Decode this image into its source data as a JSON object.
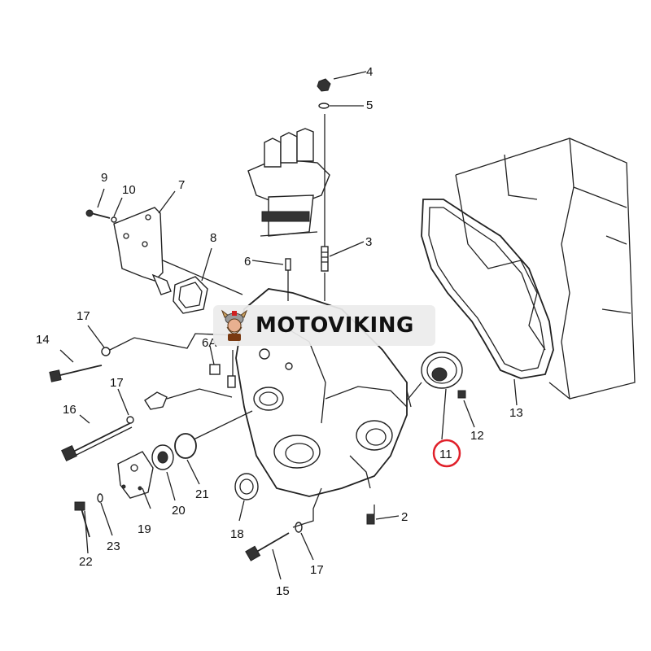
{
  "watermark": {
    "brand_text": "MOTOVIKING"
  },
  "parts": [
    {
      "id": "p4",
      "label": "4"
    },
    {
      "id": "p5",
      "label": "5"
    },
    {
      "id": "p9",
      "label": "9"
    },
    {
      "id": "p10",
      "label": "10"
    },
    {
      "id": "p7",
      "label": "7"
    },
    {
      "id": "p8",
      "label": "8"
    },
    {
      "id": "p3",
      "label": "3"
    },
    {
      "id": "p6",
      "label": "6"
    },
    {
      "id": "p17a",
      "label": "17"
    },
    {
      "id": "p14",
      "label": "14"
    },
    {
      "id": "p6a",
      "label": "6A"
    },
    {
      "id": "p17b",
      "label": "17"
    },
    {
      "id": "p16",
      "label": "16"
    },
    {
      "id": "p13",
      "label": "13"
    },
    {
      "id": "p12",
      "label": "12"
    },
    {
      "id": "p11",
      "label": "11"
    },
    {
      "id": "p21",
      "label": "21"
    },
    {
      "id": "p20",
      "label": "20"
    },
    {
      "id": "p19",
      "label": "19"
    },
    {
      "id": "p18",
      "label": "18"
    },
    {
      "id": "p2",
      "label": "2"
    },
    {
      "id": "p23",
      "label": "23"
    },
    {
      "id": "p22",
      "label": "22"
    },
    {
      "id": "p17c",
      "label": "17"
    },
    {
      "id": "p15",
      "label": "15"
    }
  ],
  "highlight": {
    "part": "11",
    "color": "#e0202a"
  }
}
